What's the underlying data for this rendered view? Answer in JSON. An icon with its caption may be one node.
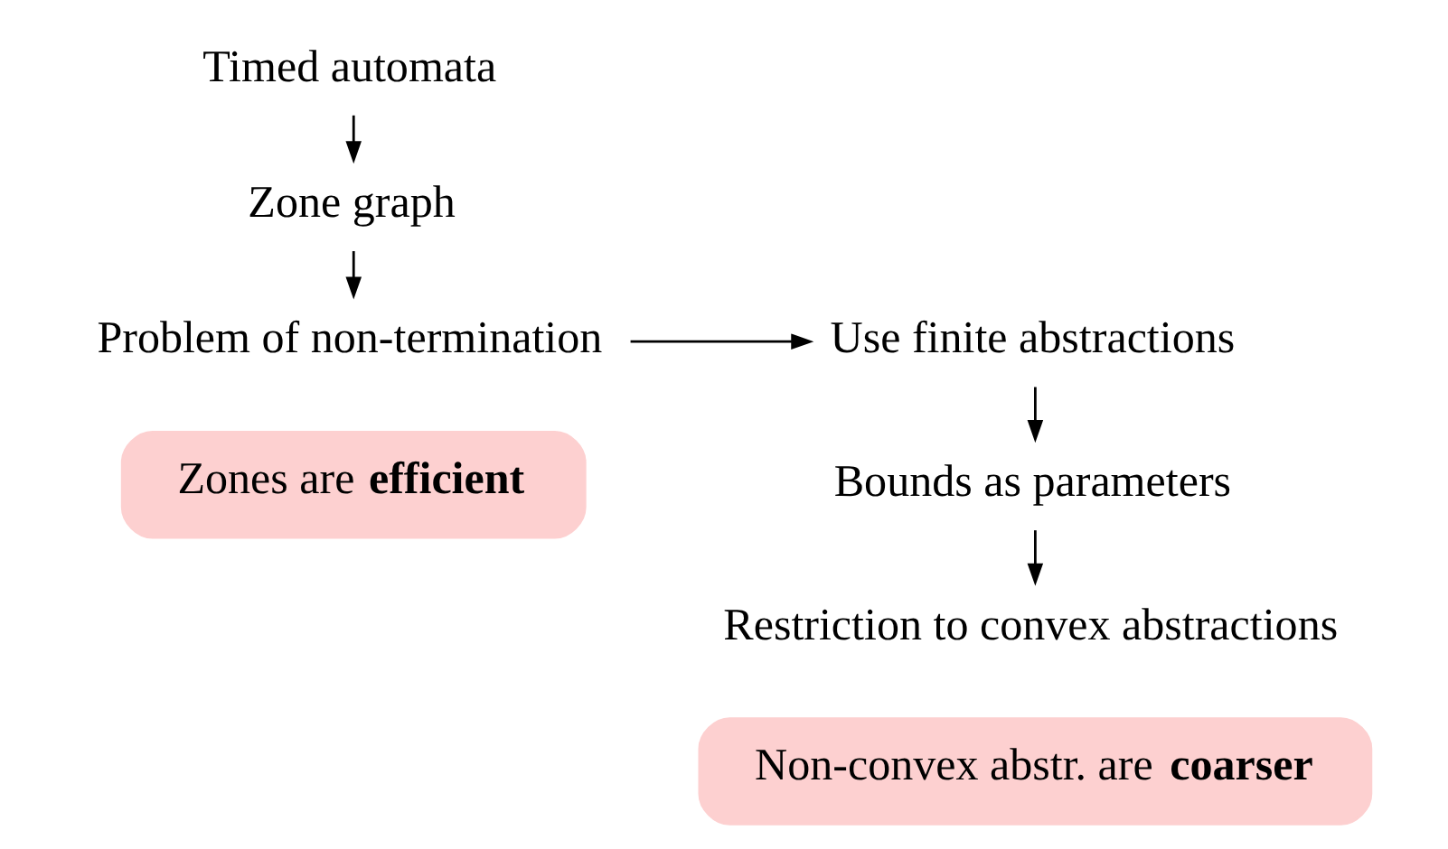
{
  "diagram": {
    "nodes": [
      {
        "text": [
          "Timed automata"
        ]
      },
      {
        "text": [
          "Zone graph"
        ]
      },
      {
        "text": [
          "Problem of non-termination"
        ]
      },
      {
        "text": [
          "Zones are **efficient**"
        ]
      },
      {
        "text": [
          "Use finite abstractions"
        ]
      },
      {
        "text": [
          "Bounds as parameters"
        ]
      },
      {
        "text": [
          "Restriction to convex abstractions"
        ]
      },
      {
        "text": [
          "Non-convex abstr. are **coarser**"
        ]
      }
    ],
    "edges": [
      {
        "from": 0,
        "to": 1,
        "arrow": "to"
      },
      {
        "from": 1,
        "to": 2,
        "arrow": "to"
      },
      {
        "from": 2,
        "to": 4,
        "arrow": "to"
      },
      {
        "from": 4,
        "to": 5,
        "arrow": "to"
      },
      {
        "from": 5,
        "to": 6,
        "arrow": "to"
      }
    ]
  }
}
